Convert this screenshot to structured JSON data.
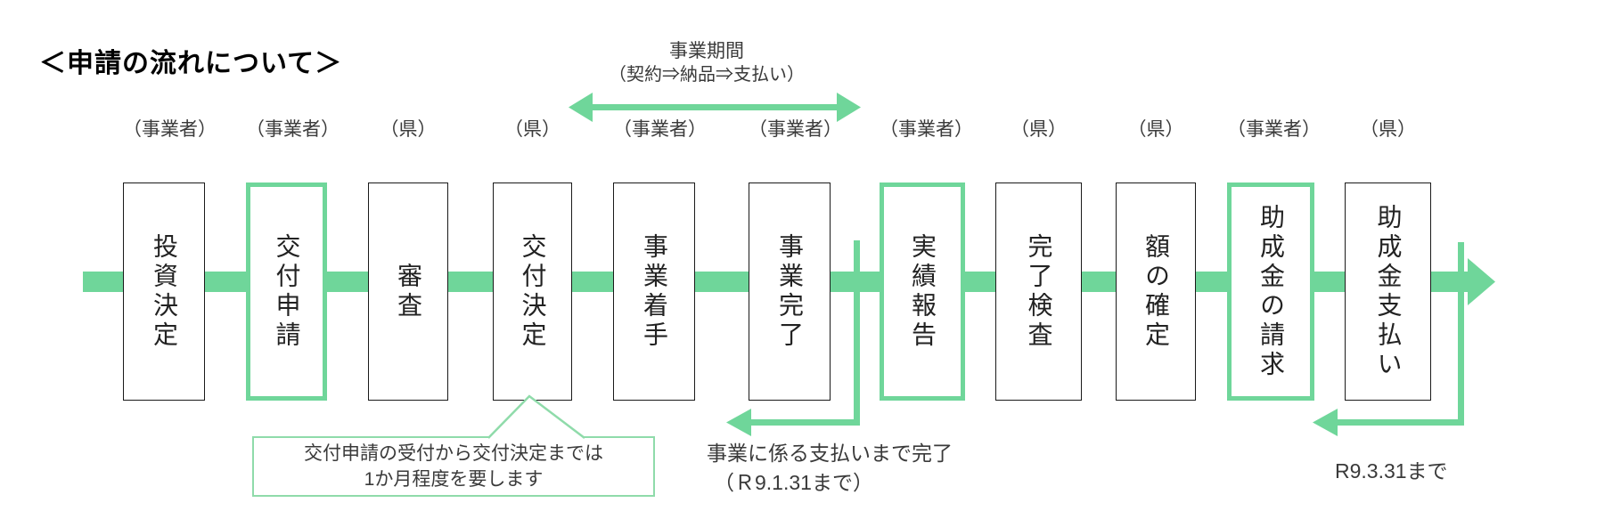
{
  "title": "＜申請の流れについて＞",
  "period_note": {
    "line1": "事業期間",
    "line2": "（契約⇒納品⇒支払い）"
  },
  "steps": [
    {
      "role": "（事業者）",
      "label": "投資決定",
      "highlight": false
    },
    {
      "role": "（事業者）",
      "label": "交付申請",
      "highlight": true
    },
    {
      "role": "（県）",
      "label": "審査",
      "highlight": false
    },
    {
      "role": "（県）",
      "label": "交付決定",
      "highlight": false
    },
    {
      "role": "（事業者）",
      "label": "事業着手",
      "highlight": false
    },
    {
      "role": "（事業者）",
      "label": "事業完了",
      "highlight": false
    },
    {
      "role": "（事業者）",
      "label": "実績報告",
      "highlight": true
    },
    {
      "role": "（県）",
      "label": "完了検査",
      "highlight": false
    },
    {
      "role": "（県）",
      "label": "額の確定",
      "highlight": false
    },
    {
      "role": "（事業者）",
      "label": "助成金の請求",
      "highlight": true
    },
    {
      "role": "（県）",
      "label": "助成金支払い",
      "highlight": false
    }
  ],
  "callout": {
    "line1": "交付申請の受付から交付決定までは",
    "line2": "1か月程度を要します"
  },
  "payment_deadline_note": {
    "line1": "事業に係る支払いまで完了",
    "line2": "（Ｒ9.1.31まで）"
  },
  "claim_deadline_note": "R9.3.31まで",
  "colors": {
    "accent_green": "#6FD69A",
    "callout_green": "#8FDBAA",
    "box_border": "#1a1a1a",
    "text": "#3a3a3a"
  }
}
